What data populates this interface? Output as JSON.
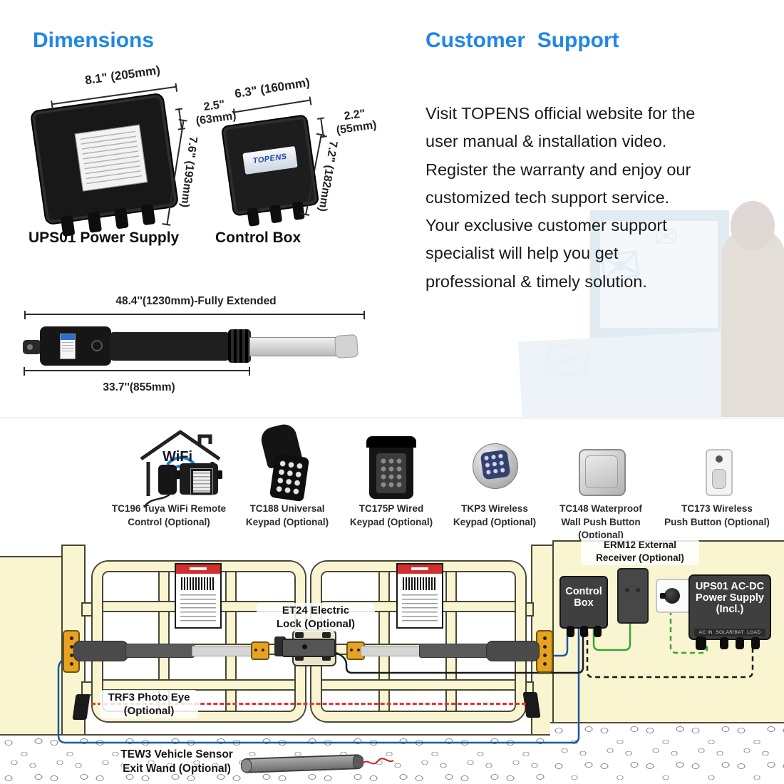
{
  "colors": {
    "accent": "#2186e8",
    "gate_yellow": "#f9f5d0",
    "wire_blue": "#1d57a5",
    "wire_green": "#3aa33a",
    "beam_red": "#e23535",
    "hinge_orange": "#e8a21f",
    "warn_red": "#d32f2f"
  },
  "dimensions": {
    "title": "Dimensions",
    "ups01": {
      "caption": "UPS01 Power Supply",
      "width": "8.1\" (205mm)",
      "depth_a": "2.5\"",
      "depth_b": "(63mm)",
      "height": "7.6\" (193mm)"
    },
    "control_box": {
      "caption": "Control Box",
      "brand": "TOPENS",
      "width": "6.3\" (160mm)",
      "depth_a": "2.2\"",
      "depth_b": "(55mm)",
      "height": "7.2\" (182mm)"
    },
    "actuator": {
      "extended": "48.4''(1230mm)-Fully Extended",
      "retracted": "33.7''(855mm)"
    }
  },
  "support": {
    "title": "Customer  Support",
    "lines": [
      "Visit TOPENS official website for the",
      "user manual & installation video.",
      "Register the warranty and enjoy our",
      "customized tech support service.",
      "Your exclusive customer support",
      "specialist will help you get",
      "professional & timely solution."
    ]
  },
  "accessories": {
    "wifi_label": "WiFi",
    "items": [
      {
        "line1": "TC196 Tuya WiFi Remote",
        "line2": "Control (Optional)"
      },
      {
        "line1": "TC188 Universal",
        "line2": "Keypad (Optional)"
      },
      {
        "line1": "TC175P Wired",
        "line2": "Keypad (Optional)"
      },
      {
        "line1": "TKP3 Wireless",
        "line2": "Keypad (Optional)"
      },
      {
        "line1": "TC148 Waterproof",
        "line2": "Wall Push Button",
        "line3": "(Optional)"
      },
      {
        "line1": "TC173 Wireless",
        "line2": "Push Button (Optional)"
      }
    ]
  },
  "diagram": {
    "erm12_line1": "ERM12 External",
    "erm12_line2": "Receiver (Optional)",
    "control_box_line1": "Control",
    "control_box_line2": "Box",
    "ups01_line1": "UPS01 AC-DC",
    "ups01_line2": "Power Supply",
    "ups01_line3": "(Incl.)",
    "ups01_ports": "AC IN  SOLAR/BAT  LOAD",
    "et24_line1": "ET24 Electric",
    "et24_line2": "Lock (Optional)",
    "trf3_line1": "TRF3 Photo Eye",
    "trf3_line2": "(Optional)",
    "tew3_line1": "TEW3 Vehicle Sensor",
    "tew3_line2": "Exit Wand (Optional)"
  }
}
